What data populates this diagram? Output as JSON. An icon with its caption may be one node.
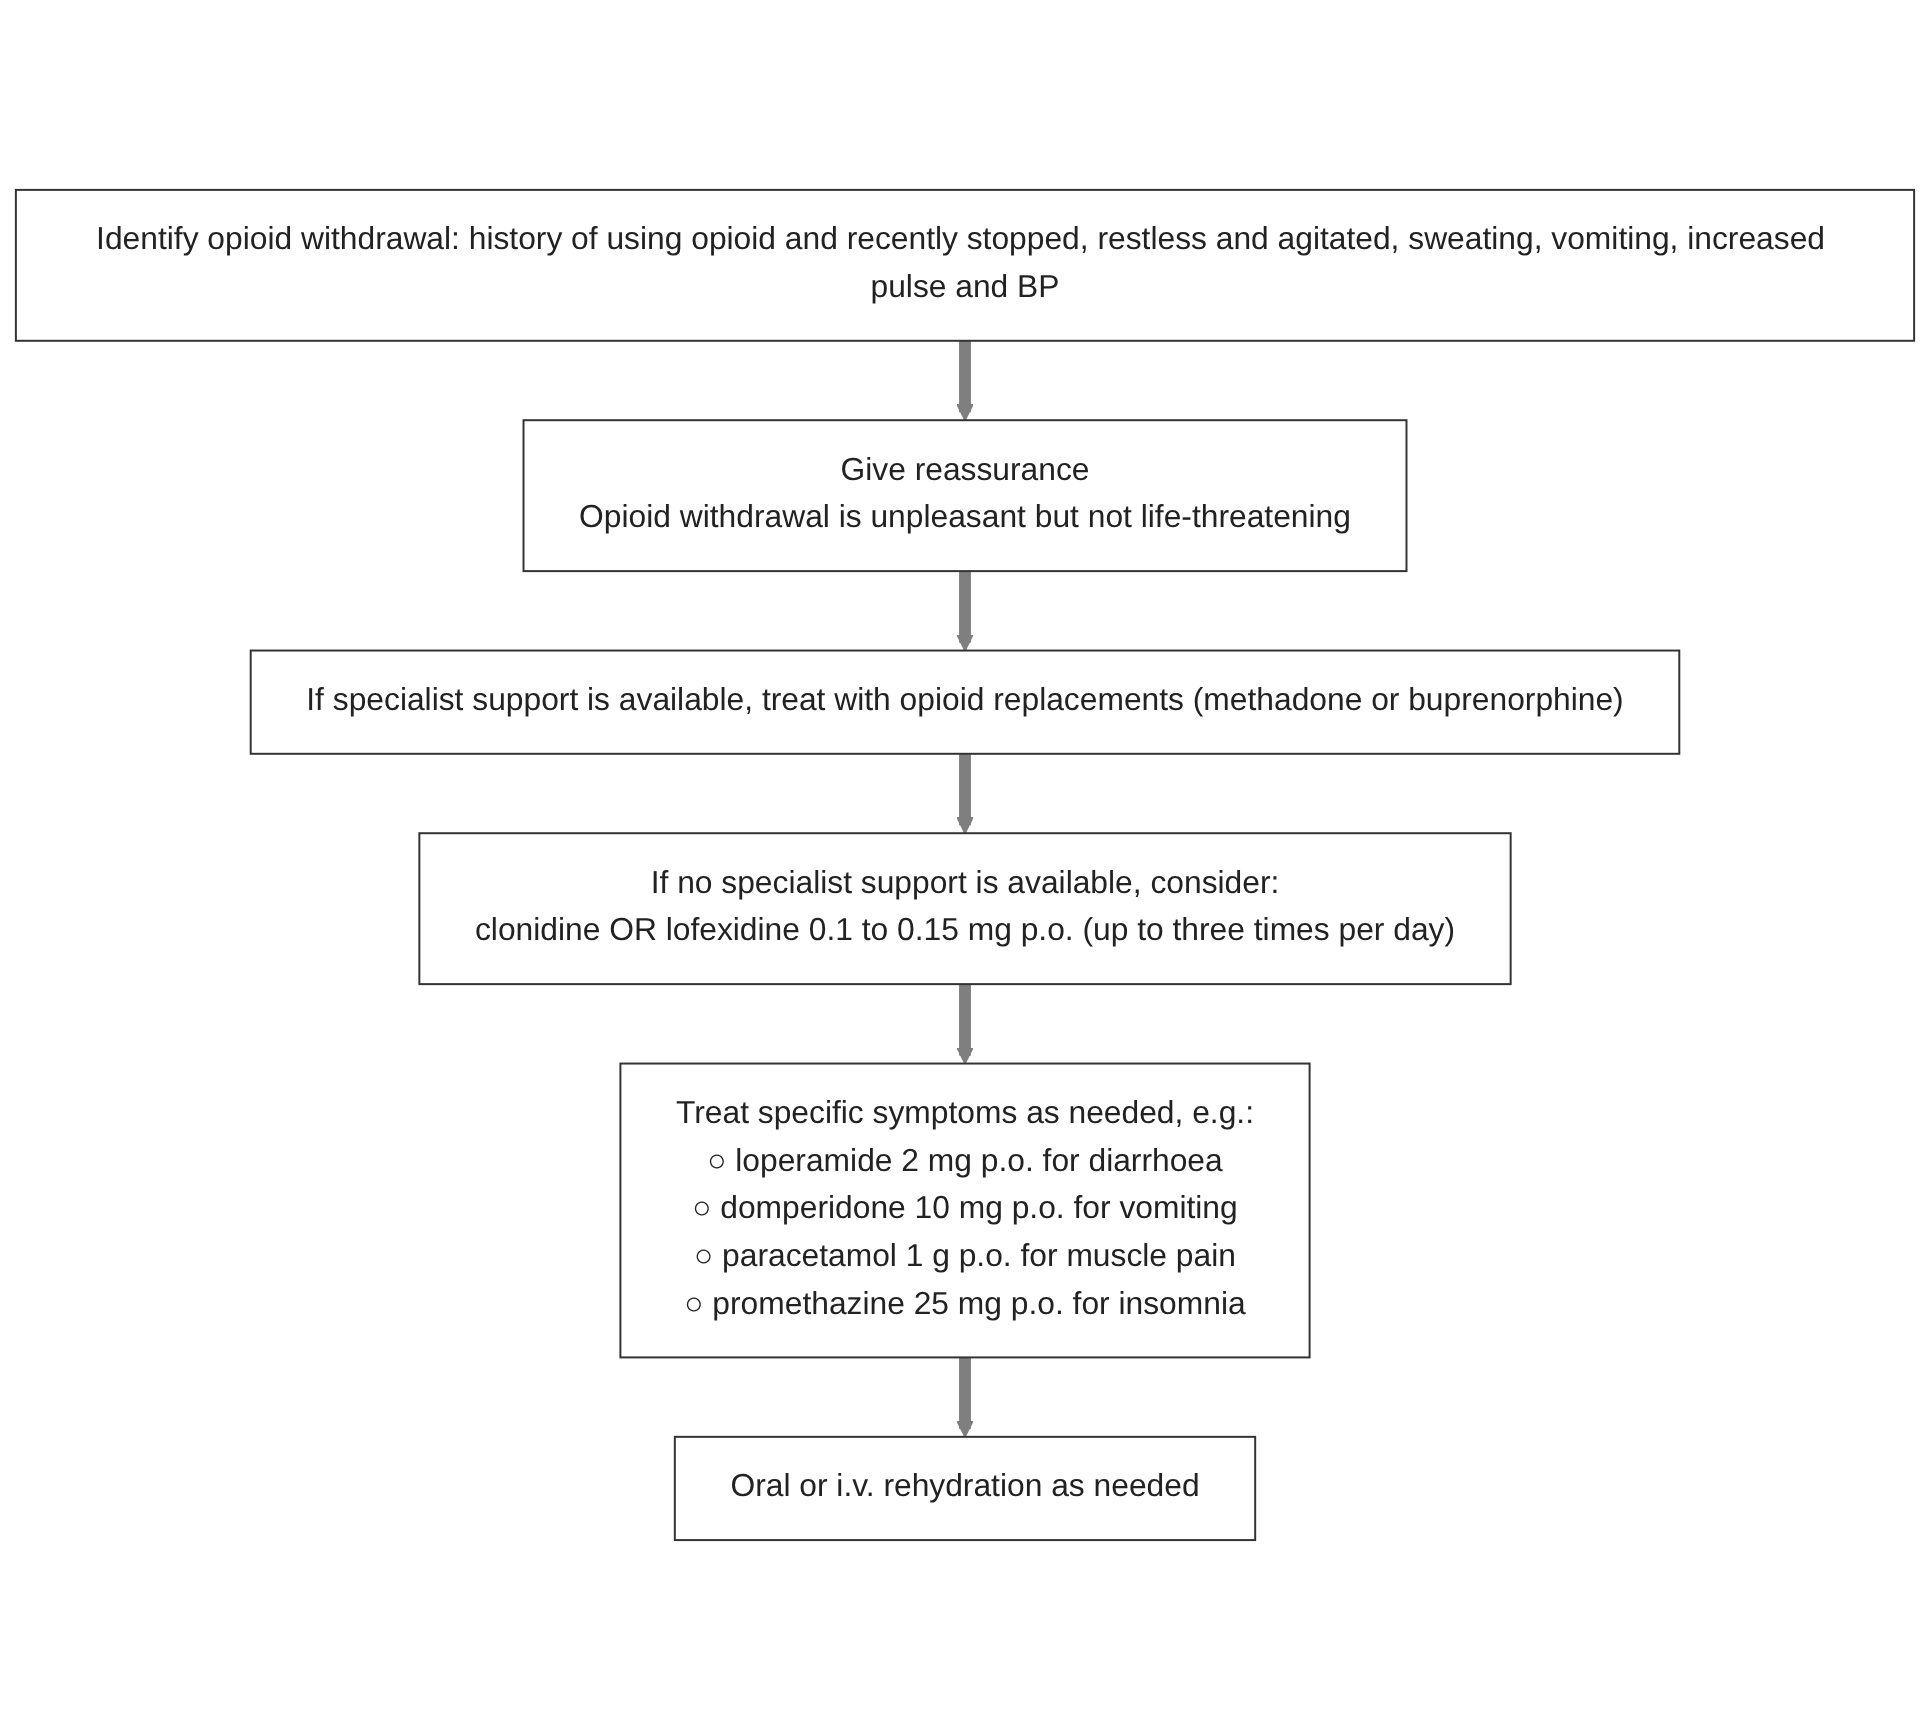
{
  "diagram": {
    "nodes": [
      {
        "text": [
          "Identify opioid withdrawal: history of using opioid and recently stopped, restless and agitated, sweating, vomiting, increased pulse and BP"
        ]
      },
      {
        "text": [
          "Give reassurance",
          "Opioid withdrawal is unpleasant but not life-threatening"
        ]
      },
      {
        "text": [
          "If specialist support is available, treat with opioid replacements (methadone or buprenorphine)"
        ]
      },
      {
        "text": [
          "If no specialist support is available, consider:",
          "clonidine OR lofexidine 0.1 to 0.15 mg p.o. (up to three times per day)"
        ]
      },
      {
        "text": [
          "Treat specific symptoms as needed, e.g.:",
          "○ loperamide 2 mg p.o. for diarrhoea",
          "○ domperidone 10 mg p.o. for vomiting",
          "○ paracetamol 1 g p.o. for muscle pain",
          "○ promethazine 25 mg p.o. for insomnia"
        ]
      },
      {
        "text": [
          "Oral or i.v. rehydration as needed"
        ]
      }
    ],
    "edges": [
      {
        "from": 0,
        "to": 1,
        "arrow": "to"
      },
      {
        "from": 1,
        "to": 2,
        "arrow": "to"
      },
      {
        "from": 2,
        "to": 3,
        "arrow": "to"
      },
      {
        "from": 3,
        "to": 4,
        "arrow": "to"
      },
      {
        "from": 4,
        "to": 5,
        "arrow": "to"
      }
    ]
  }
}
